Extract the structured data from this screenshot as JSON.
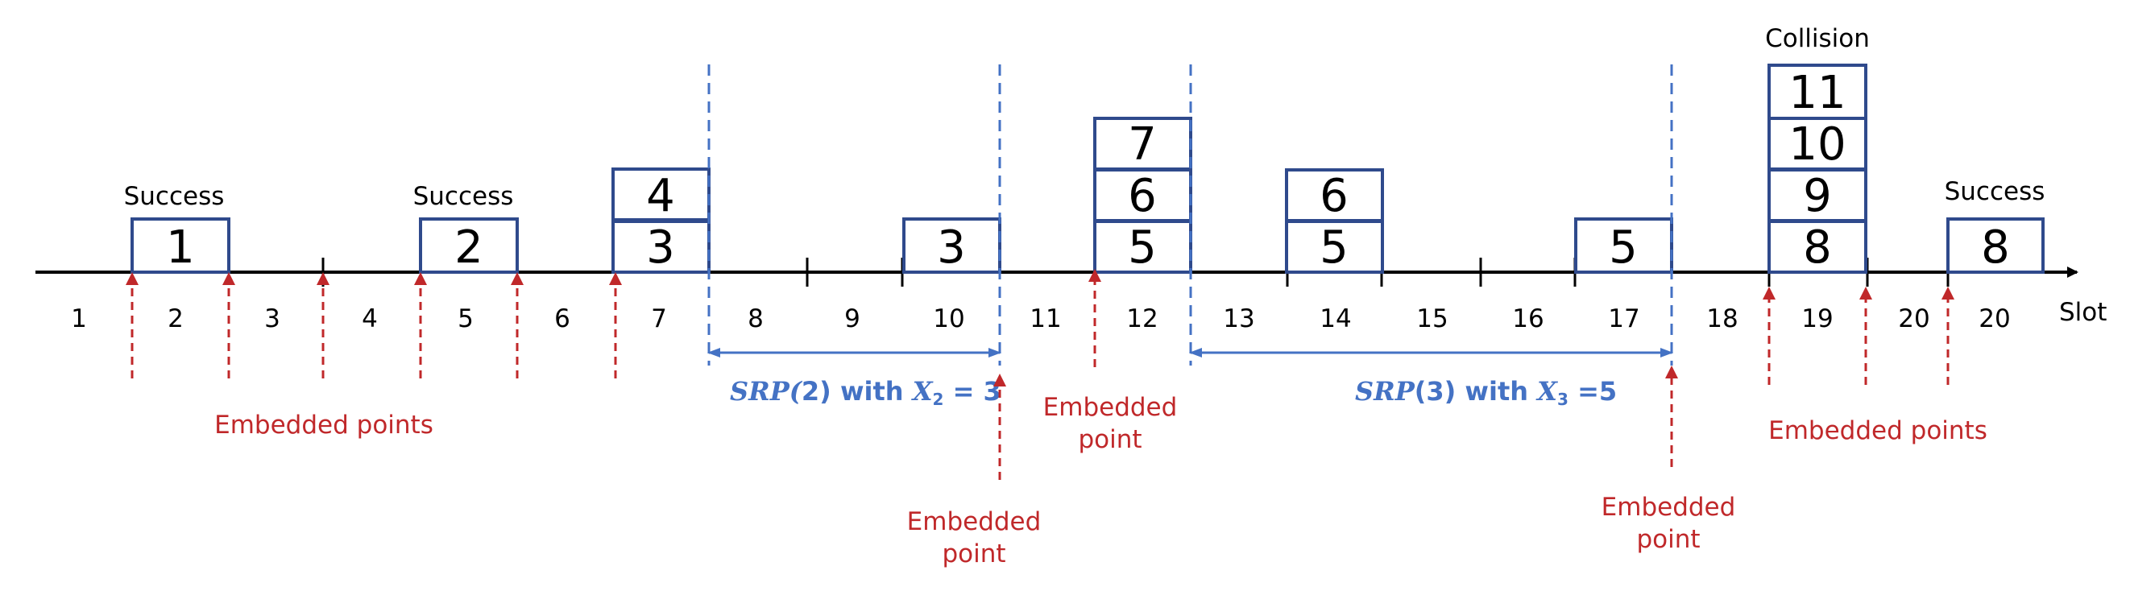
{
  "slot_axis_label": "Slot",
  "slot_labels": [
    "1",
    "2",
    "3",
    "4",
    "5",
    "6",
    "7",
    "8",
    "9",
    "10",
    "11",
    "12",
    "13",
    "14",
    "15",
    "16",
    "17",
    "18",
    "19",
    "20",
    "20"
  ],
  "packet_stacks": [
    {
      "slot": "2",
      "packets": [
        "1"
      ]
    },
    {
      "slot": "5",
      "packets": [
        "2"
      ]
    },
    {
      "slot": "7",
      "packets": [
        "3",
        "4"
      ]
    },
    {
      "slot": "10",
      "packets": [
        "3"
      ]
    },
    {
      "slot": "12",
      "packets": [
        "5",
        "6",
        "7"
      ]
    },
    {
      "slot": "14",
      "packets": [
        "5",
        "6"
      ]
    },
    {
      "slot": "17",
      "packets": [
        "5"
      ]
    },
    {
      "slot": "19",
      "packets": [
        "8",
        "9",
        "10",
        "11"
      ]
    },
    {
      "slot": "20",
      "packets": [
        "8"
      ]
    }
  ],
  "status_labels": {
    "success_1": "Success",
    "success_2": "Success",
    "collision": "Collision",
    "success_3": "Success"
  },
  "embedded_labels": {
    "group_1": "Embedded points",
    "group_2_line1": "Embedded",
    "group_2_line2": "point",
    "group_3_line1": "Embedded",
    "group_3_line2": "point",
    "group_4_line1": "Embedded",
    "group_4_line2": "point",
    "group_5": "Embedded points"
  },
  "srp_labels": {
    "srp2_name": "SRP(",
    "srp2_index": "2",
    "srp2_mid": ") with ",
    "srp2_var": "X",
    "srp2_sub": "2",
    "srp2_eq": " = 3",
    "srp3_name": "SRP",
    "srp3_index": "(3)",
    "srp3_mid": " with ",
    "srp3_var": "X",
    "srp3_sub": "3",
    "srp3_eq": " =5"
  },
  "colors": {
    "axis": "#000000",
    "packet_box": "#2f4a8c",
    "srp_blue": "#4472c4",
    "embedded_red": "#c0282a"
  }
}
